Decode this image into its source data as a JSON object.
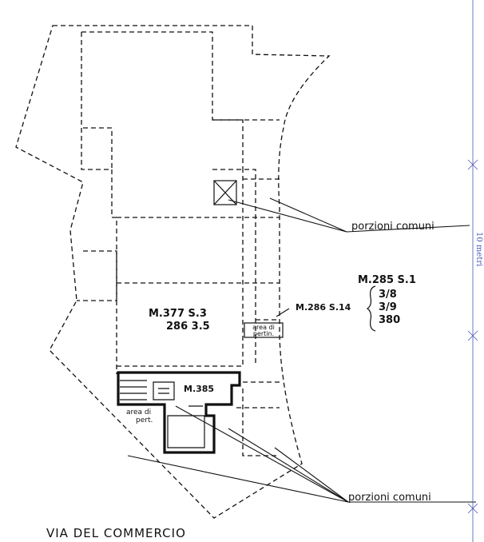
{
  "plan": {
    "street_label": "VIA DEL COMMERCIO",
    "shared_parts_top": "porzioni comuni",
    "shared_parts_bottom": "porzioni comuni",
    "unit_main": {
      "line1": "M.377 S.3",
      "line2": "286 3.5"
    },
    "unit_small": "M.385",
    "unit_right_ref": "M.286 S.14",
    "stack_header": "M.285 S.1",
    "stack_items": [
      "3/8",
      "3/9",
      "380"
    ],
    "appurtenance_area_right": {
      "line1": "area di",
      "line2": "pertin."
    },
    "appurtenance_area_left": {
      "line1": "area di",
      "line2": "pert."
    },
    "scale_label": "10 metri"
  }
}
